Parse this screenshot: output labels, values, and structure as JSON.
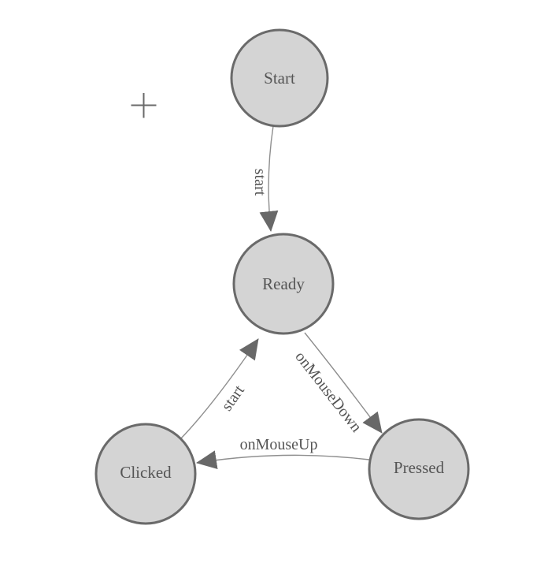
{
  "diagram": {
    "kind": "finite-state-machine",
    "nodes": [
      {
        "id": "start",
        "label": "Start"
      },
      {
        "id": "ready",
        "label": "Ready"
      },
      {
        "id": "clicked",
        "label": "Clicked"
      },
      {
        "id": "pressed",
        "label": "Pressed"
      }
    ],
    "edges": [
      {
        "id": "start-to-ready",
        "from": "start",
        "to": "ready",
        "label": "start"
      },
      {
        "id": "ready-to-pressed",
        "from": "ready",
        "to": "pressed",
        "label": "onMouseDown"
      },
      {
        "id": "clicked-to-ready",
        "from": "clicked",
        "to": "ready",
        "label": "start"
      },
      {
        "id": "pressed-to-clicked",
        "from": "pressed",
        "to": "clicked",
        "label": "onMouseUp"
      }
    ],
    "colors": {
      "background": "#ffffff",
      "node_fill": "#d4d4d4",
      "node_border": "#6a6a6a",
      "edge_line": "#8f8f8f",
      "arrowhead": "#686868",
      "node_text": "#555555",
      "edge_text": "#545454"
    },
    "cursor": {
      "type": "crosshair"
    }
  }
}
